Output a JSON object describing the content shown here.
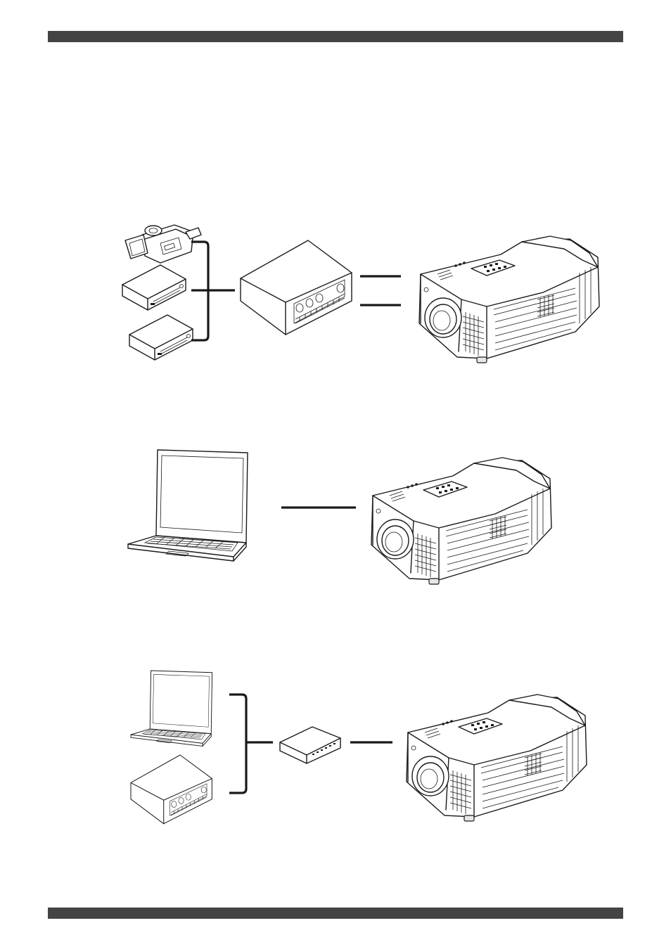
{
  "page": {
    "header_bar": "",
    "footer_bar": ""
  },
  "diagrams": [
    {
      "id": "video-sources-via-receiver",
      "devices": [
        "camcorder-icon",
        "vcr-icon",
        "dvd-player-icon",
        "av-receiver-icon",
        "projector-icon"
      ]
    },
    {
      "id": "laptop-direct",
      "devices": [
        "laptop-icon",
        "projector-icon"
      ]
    },
    {
      "id": "sources-via-switcher",
      "devices": [
        "laptop-icon",
        "av-receiver-icon",
        "switcher-icon",
        "projector-icon"
      ]
    }
  ],
  "colors": {
    "bar": "#444444",
    "line": "#1a1a1a",
    "background": "#ffffff"
  }
}
